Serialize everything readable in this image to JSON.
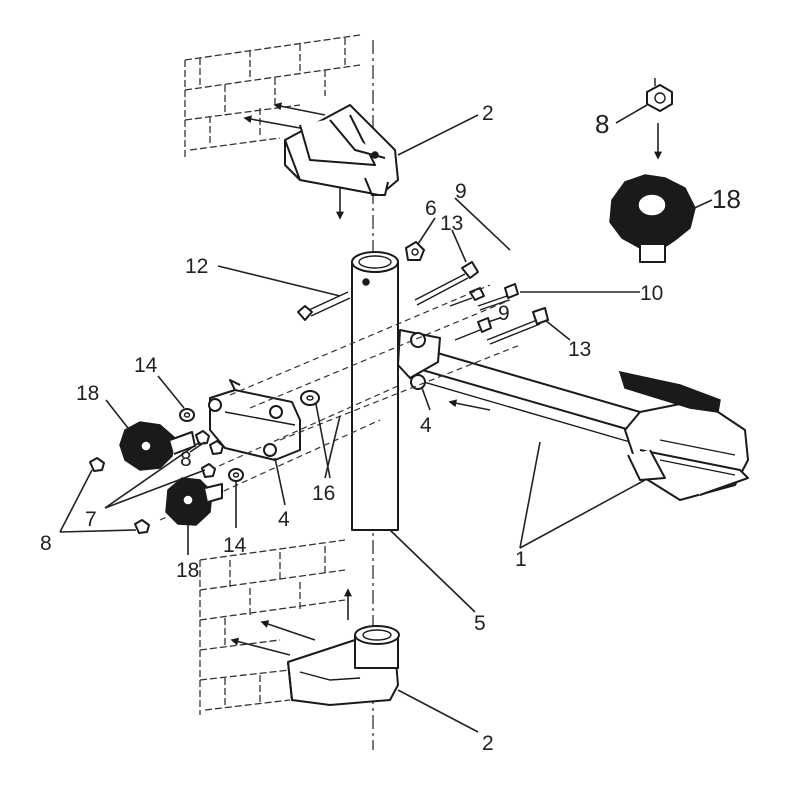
{
  "diagram": {
    "callouts": {
      "c2_top": "2",
      "c8_top": "8",
      "c18_top": "18",
      "c9_a": "9",
      "c6": "6",
      "c13_a": "13",
      "c12": "12",
      "c10": "10",
      "c9_b": "9",
      "c13_b": "13",
      "c14_a": "14",
      "c18_left": "18",
      "c4_right": "4",
      "c8_mid": "8",
      "c16": "16",
      "c7": "7",
      "c4_mid": "4",
      "c8_left": "8",
      "c14_b": "14",
      "c18_bottom": "18",
      "c1": "1",
      "c5": "5",
      "c2_bottom": "2"
    }
  }
}
